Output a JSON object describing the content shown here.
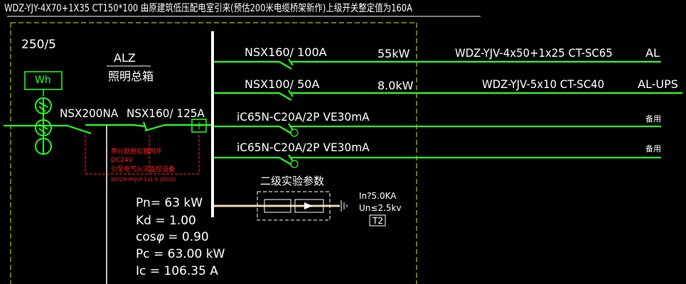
{
  "title": "WDZ-YJY-4X70+1X35  CT150*100  由原建筑低压配电室引来(预估200米电缆桥架新作)上级开关整定值为160A",
  "cabinet": {
    "ratio": "250/5",
    "meter": "Wh",
    "code": "ALZ",
    "name": "照明总箱"
  },
  "main_breakers": {
    "first": "NSX200NA",
    "second": "NSX160/ 125A"
  },
  "fire_notes": {
    "line1": "带分励脱扣器附件",
    "line2": "DC24V",
    "line3": "引至电气火灾监控设备",
    "line4": "WDZN-RYJSP 2x1.5-JDG20"
  },
  "load_calc": {
    "pn": "Pn= 63 kW",
    "kd": "Kd = 1.00",
    "cos_prefix": "cos",
    "cos_phi": "φ",
    "cos_value": " = 0.90",
    "pc": "Pc = 63.00 kW",
    "ic": "Ic = 106.35 A"
  },
  "circuits": [
    {
      "breaker": "NSX160/ 100A",
      "power": "55kW",
      "cable": "WDZ-YJV-4x50+1x25 CT-SC65",
      "dest": "AL"
    },
    {
      "breaker": "NSX100/ 50A",
      "power": "8.0kW",
      "cable": "WDZ-YJV-5x10 CT-SC40",
      "dest": "AL-UPS"
    },
    {
      "breaker": "iC65N-C20A/2P VE30mA",
      "dest": "备用"
    },
    {
      "breaker": "iC65N-C20A/2P VE30mA",
      "dest": "备用"
    }
  ],
  "spd": {
    "label": "二级实验参数",
    "in": "In?5.0KA",
    "un": "Un≤2.5kv",
    "type": "T2"
  }
}
